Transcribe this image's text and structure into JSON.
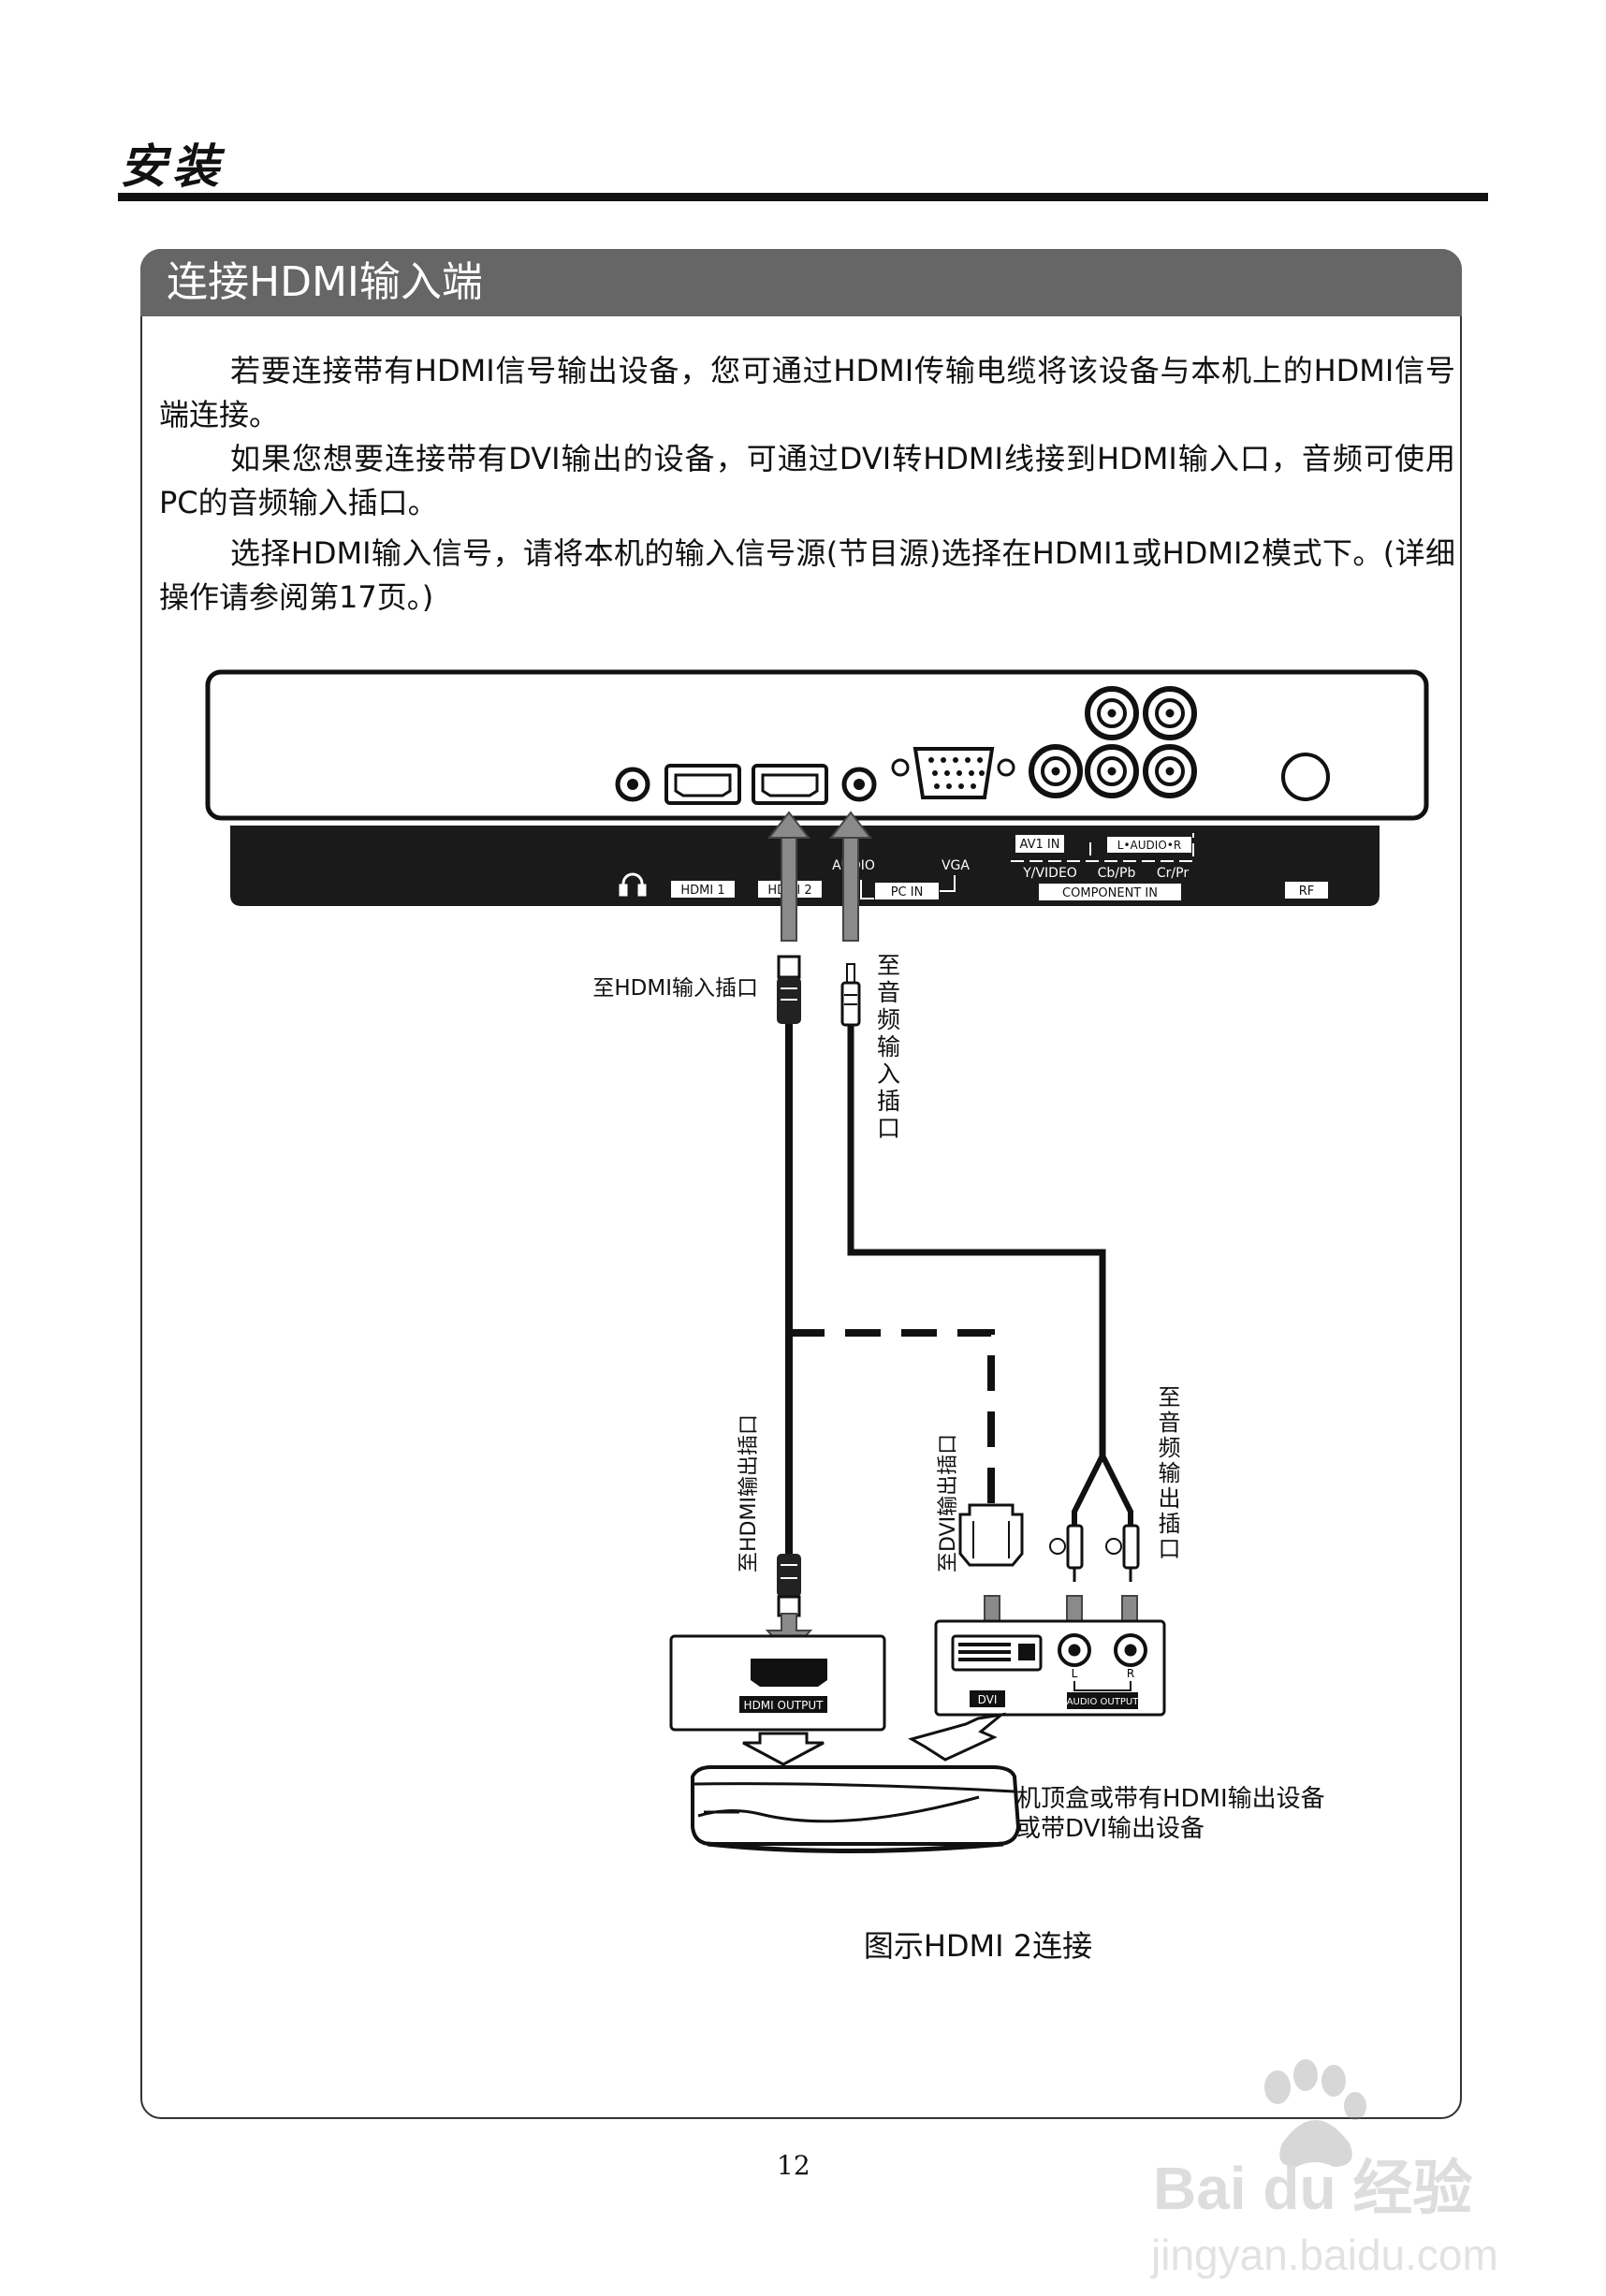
{
  "page": {
    "heading": "安装",
    "section_title": "连接HDMI输入端",
    "paragraphs": [
      "若要连接带有HDMI信号输出设备，您可通过HDMI传输电缆将该设备与本机上的HDMI信号端连接。",
      "如果您想要连接带有DVI输出的设备，可通过DVI转HDMI线接到HDMI输入口，音频可使用PC的音频输入插口。",
      "选择HDMI输入信号，请将本机的输入信号源(节目源)选择在HDMI1或HDMI2模式下。(详细操作请参阅第17页。)"
    ],
    "page_number": "12"
  },
  "diagram": {
    "panel_labels": {
      "hdmi1": "HDMI 1",
      "hdmi2": "HDMI 2",
      "audio": "AUDIO",
      "pc_in": "PC IN",
      "vga": "VGA",
      "av1_in": "AV1 IN",
      "audio_lr": "L•AUDIO•R",
      "y_video": "Y/VIDEO",
      "cb_pb": "Cb/Pb",
      "cr_pr": "Cr/Pr",
      "component_in": "COMPONENT IN",
      "rf": "RF"
    },
    "callouts": {
      "to_hdmi_input": "至HDMI输入插口",
      "to_audio_input": "至音频输入插口",
      "to_hdmi_output": "至HDMI输出插口",
      "to_dvi_output": "至DVI输出插口",
      "to_audio_output": "至音频输出插口",
      "device_line1": "机顶盒或带有HDMI输出设备",
      "device_line2": "或带DVI输出设备"
    },
    "device_labels": {
      "hdmi_output": "HDMI OUTPUT",
      "dvi": "DVI",
      "l": "L",
      "r": "R",
      "audio_output": "AUDIO OUTPUT"
    },
    "caption": "图示HDMI 2连接"
  },
  "watermark": {
    "brand": "Bai du 经验",
    "url": "jingyan.baidu.com"
  }
}
